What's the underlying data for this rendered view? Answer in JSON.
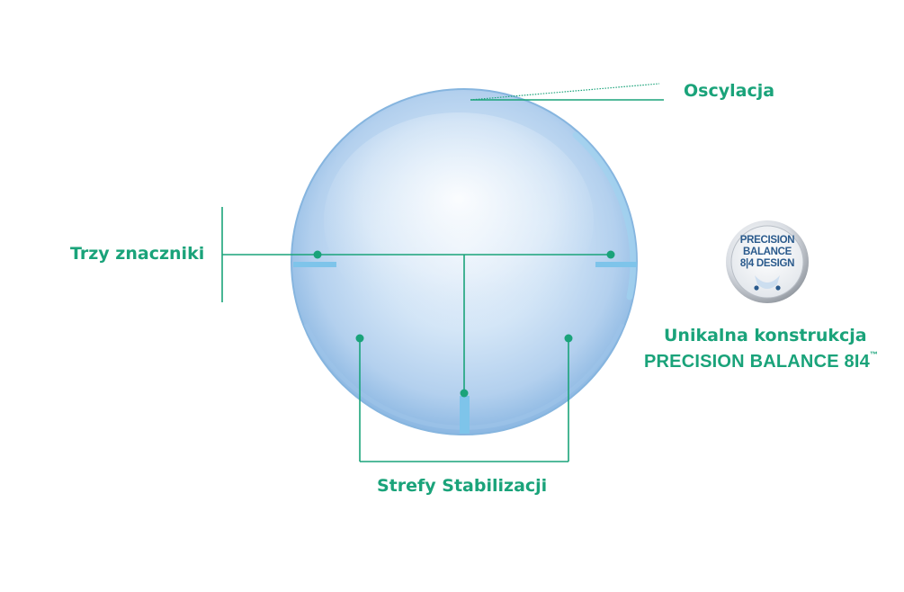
{
  "colors": {
    "accent": "#1aa37a",
    "lens_edge": "#7fb3de",
    "lens_fill": "#b9d5f0",
    "badge_text": "#2a5a8c"
  },
  "labels": {
    "oscillation": "Oscylacja",
    "three_markers": "Trzy znaczniki",
    "stabilization_zones": "Strefy Stabilizacji",
    "unique_design": "Unikalna konstrukcja",
    "precision_balance": "PRECISION BALANCE 8I4",
    "trademark": "™"
  },
  "badge": {
    "line1": "PRECISION",
    "line2": "BALANCE",
    "line3": "8|4 DESIGN",
    "icon": "precision-balance-seal-icon"
  }
}
